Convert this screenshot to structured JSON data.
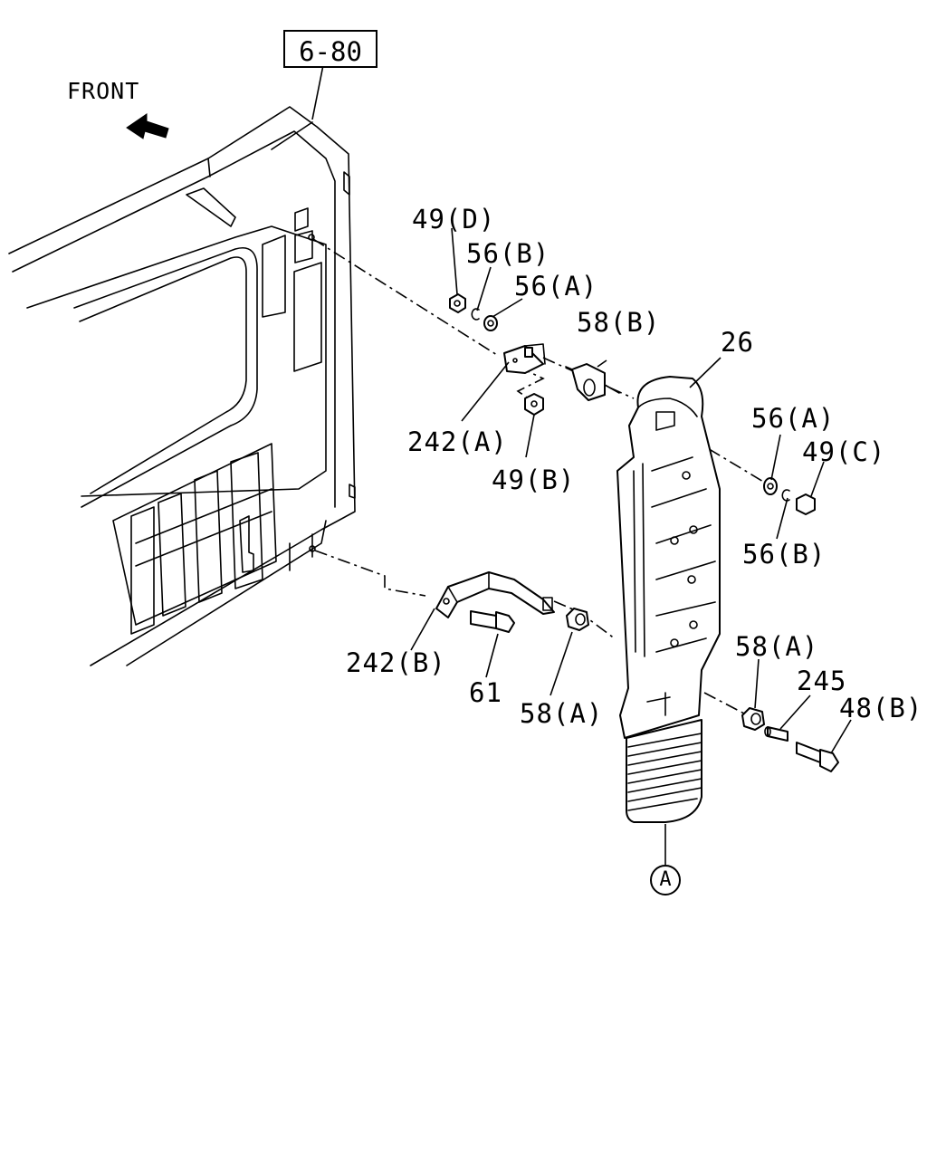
{
  "diagram": {
    "ref_box": "6-80",
    "front_label": "FRONT",
    "circle_callout": "A",
    "callouts": {
      "c_49d": "49(D)",
      "c_56b_top": "56(B)",
      "c_56a_top": "56(A)",
      "c_58b": "58(B)",
      "c_26": "26",
      "c_242a": "242(A)",
      "c_49b": "49(B)",
      "c_56a_right": "56(A)",
      "c_49c": "49(C)",
      "c_56b_right": "56(B)",
      "c_58a_right": "58(A)",
      "c_245": "245",
      "c_48b": "48(B)",
      "c_242b": "242(B)",
      "c_61": "61",
      "c_58a_mid": "58(A)"
    }
  }
}
